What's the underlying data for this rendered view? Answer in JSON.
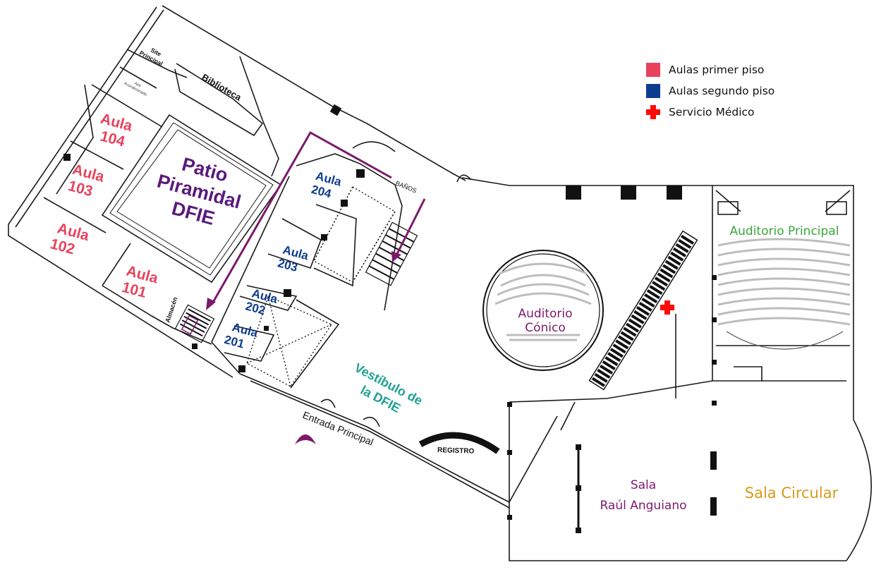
{
  "legend": {
    "first_floor": "Aulas primer piso",
    "second_floor": "Aulas segundo piso",
    "medical": "Servicio Médico"
  },
  "colors": {
    "first_floor": "#e8425c",
    "second_floor": "#0d3c8f",
    "medical": "#ff0a0a",
    "patio": "#5b1a7a",
    "route_arrow": "#7b1a6a",
    "vestibule": "#1fa192",
    "auditorio_principal": "#3aa63a",
    "sala_circular": "#d79a1a",
    "sala_raul": "#7b1a6a"
  },
  "rooms": {
    "aula_104": [
      "Aula",
      "104"
    ],
    "aula_103": [
      "Aula",
      "103"
    ],
    "aula_102": [
      "Aula",
      "102"
    ],
    "aula_101": [
      "Aula",
      "101"
    ],
    "aula_204": [
      "Aula",
      "204"
    ],
    "aula_203": [
      "Aula",
      "203"
    ],
    "aula_202": [
      "Aula",
      "202"
    ],
    "aula_201": [
      "Aula",
      "201"
    ],
    "site": [
      "Site",
      "Principal"
    ],
    "aire": [
      "Aire",
      "Acondicionado"
    ],
    "biblioteca": "Biblioteca",
    "almacen": "Almacén",
    "banos": "BAÑOS",
    "patio": [
      "Patio",
      "Piramidal",
      "DFIE"
    ],
    "vestibulo": [
      "Vestíbulo de",
      "la  DFIE"
    ],
    "entrada": "Entrada Principal",
    "registro": "REGISTRO",
    "auditorio_conico": [
      "Auditorio",
      "Cónico"
    ],
    "auditorio_principal": "Auditorio Principal",
    "sala_raul": [
      "Sala",
      "Raúl Anguiano"
    ],
    "sala_circular": "Sala Circular"
  }
}
